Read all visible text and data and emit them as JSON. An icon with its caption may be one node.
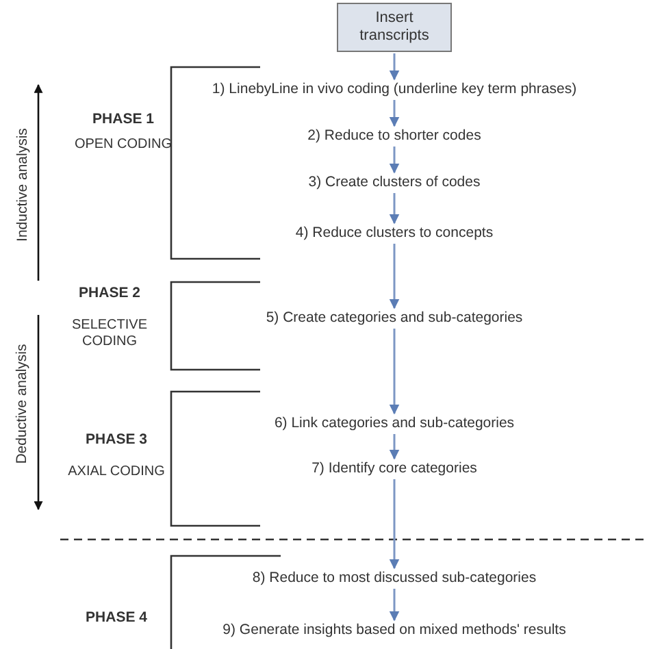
{
  "diagram": {
    "nodes": [
      {
        "text": [
          "Insert transcripts"
        ]
      },
      {
        "text": [
          "1) LinebyLine in vivo coding (underline key term phrases)"
        ]
      },
      {
        "text": [
          "2) Reduce to shorter codes"
        ]
      },
      {
        "text": [
          "3) Create clusters of codes"
        ]
      },
      {
        "text": [
          "4) Reduce clusters to concepts"
        ]
      },
      {
        "text": [
          "5) Create categories and sub-categories"
        ]
      },
      {
        "text": [
          "6) Link categories and sub-categories"
        ]
      },
      {
        "text": [
          "7) Identify core categories"
        ]
      },
      {
        "text": [
          "8) Reduce to most discussed sub-categories"
        ]
      },
      {
        "text": [
          "9) Generate insights based on mixed methods' results"
        ]
      }
    ],
    "edges": [
      {
        "from": 0,
        "to": 1,
        "arrow": "to"
      },
      {
        "from": 1,
        "to": 2,
        "arrow": "to"
      },
      {
        "from": 2,
        "to": 3,
        "arrow": "to"
      },
      {
        "from": 3,
        "to": 4,
        "arrow": "to"
      },
      {
        "from": 4,
        "to": 5,
        "arrow": "to"
      },
      {
        "from": 5,
        "to": 6,
        "arrow": "to"
      },
      {
        "from": 6,
        "to": 7,
        "arrow": "to"
      },
      {
        "from": 7,
        "to": 8,
        "arrow": "to"
      },
      {
        "from": 8,
        "to": 9,
        "arrow": "to"
      }
    ],
    "labels": [
      "PHASE 1",
      "OPEN CODING",
      "Inductive analysis",
      "PHASE 2",
      "SELECTIVE CODING",
      "Deductive analysis",
      "PHASE 3",
      "AXIAL CODING",
      "PHASE 4"
    ]
  }
}
